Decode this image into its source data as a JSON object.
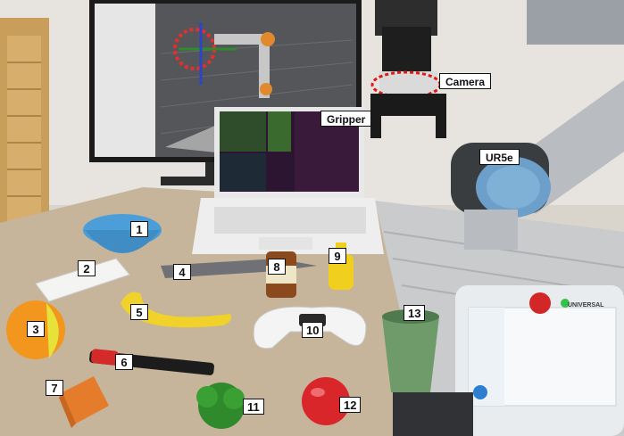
{
  "scene": {
    "description_labels": {
      "camera": "Camera",
      "gripper": "Gripper",
      "robot": "UR5e"
    },
    "objects": [
      {
        "id": "1",
        "name": "bowl"
      },
      {
        "id": "2",
        "name": "box"
      },
      {
        "id": "3",
        "name": "ball"
      },
      {
        "id": "4",
        "name": "spatula"
      },
      {
        "id": "5",
        "name": "banana"
      },
      {
        "id": "6",
        "name": "cutter-knife"
      },
      {
        "id": "7",
        "name": "cube"
      },
      {
        "id": "8",
        "name": "can"
      },
      {
        "id": "9",
        "name": "bottle"
      },
      {
        "id": "10",
        "name": "game-controller"
      },
      {
        "id": "11",
        "name": "broccoli"
      },
      {
        "id": "12",
        "name": "tomato"
      },
      {
        "id": "13",
        "name": "cup"
      }
    ],
    "pendant_brand": "UNIVERSAL"
  }
}
